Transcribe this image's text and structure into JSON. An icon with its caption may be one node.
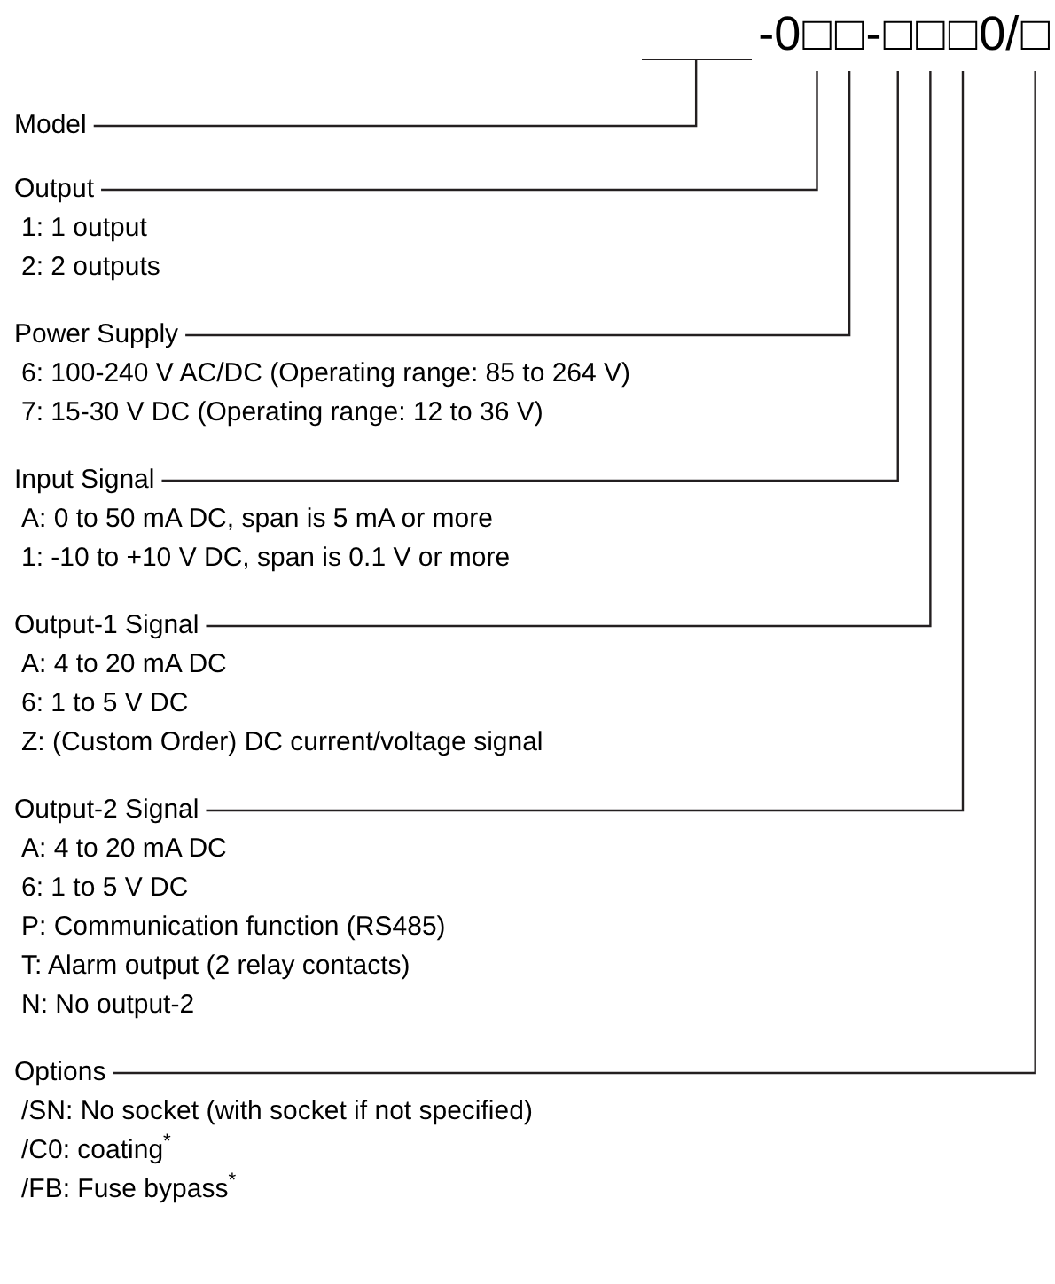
{
  "diagram": {
    "nodes": [
      {
        "text": [],
        "shape": "bar"
      },
      {
        "text": [
          "□"
        ]
      },
      {
        "text": [
          "□"
        ]
      },
      {
        "text": [
          "□"
        ]
      },
      {
        "text": [
          "□"
        ]
      },
      {
        "text": [
          "□"
        ]
      },
      {
        "text": [
          "□"
        ]
      },
      {
        "text": [
          "Model"
        ]
      },
      {
        "text": [
          "Output"
        ],
        "beside": [
          "1: 1 output",
          "2: 2 outputs"
        ]
      },
      {
        "text": [
          "Power Supply"
        ],
        "beside": [
          "6: 100-240 V AC/DC (Operating range: 85 to 264 V)",
          "7: 15-30 V DC (Operating range: 12 to 36 V)"
        ]
      },
      {
        "text": [
          "Input Signal"
        ],
        "beside": [
          "A: 0 to 50 mA DC, span is 5 mA or more",
          "1: -10 to +10 V DC, span is 0.1 V or more"
        ]
      },
      {
        "text": [
          "Output-1 Signal"
        ],
        "beside": [
          "A: 4 to 20 mA DC",
          "6: 1 to 5 V DC",
          "Z: (Custom Order) DC current/voltage signal"
        ]
      },
      {
        "text": [
          "Output-2 Signal"
        ],
        "beside": [
          "A: 4 to 20 mA DC",
          "6: 1 to 5 V DC",
          "P: Communication function (RS485)",
          "T: Alarm output (2 relay contacts)",
          "N: No output-2"
        ]
      },
      {
        "text": [
          "Options"
        ],
        "beside": [
          "/SN: No socket (with socket if not specified)",
          "/C0: coating$^{*}$",
          "/FB: Fuse bypass$^{*}$"
        ]
      }
    ],
    "edges": [
      {
        "from": 7,
        "to": 0,
        "arrow": "none"
      },
      {
        "from": 8,
        "to": 1,
        "arrow": "none"
      },
      {
        "from": 9,
        "to": 2,
        "arrow": "none"
      },
      {
        "from": 10,
        "to": 3,
        "arrow": "none"
      },
      {
        "from": 11,
        "to": 4,
        "arrow": "none"
      },
      {
        "from": 12,
        "to": 5,
        "arrow": "none"
      },
      {
        "from": 13,
        "to": 6,
        "arrow": "none"
      }
    ],
    "labels": [
      "-0",
      "-",
      "0/"
    ]
  }
}
